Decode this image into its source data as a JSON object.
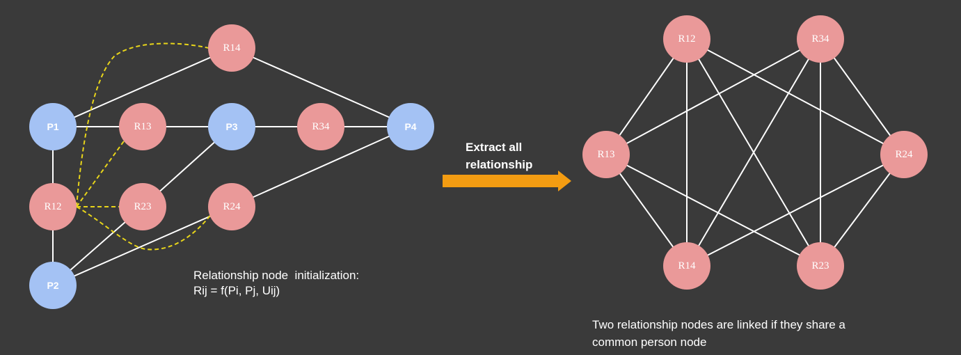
{
  "colors": {
    "background": "#3a3a3a",
    "person_node": "#a4c2f4",
    "relationship_node": "#ea9999",
    "edge": "#ffffff",
    "dashed_edge": "#e8d51a",
    "arrow": "#f39c12",
    "text": "#ffffff"
  },
  "left_graph": {
    "nodes": [
      {
        "id": "P1",
        "label": "P1",
        "kind": "person"
      },
      {
        "id": "P2",
        "label": "P2",
        "kind": "person"
      },
      {
        "id": "P3",
        "label": "P3",
        "kind": "person"
      },
      {
        "id": "P4",
        "label": "P4",
        "kind": "person"
      },
      {
        "id": "R14",
        "label": "R14",
        "kind": "relationship"
      },
      {
        "id": "R13",
        "label": "R13",
        "kind": "relationship"
      },
      {
        "id": "R34",
        "label": "R34",
        "kind": "relationship"
      },
      {
        "id": "R12",
        "label": "R12",
        "kind": "relationship"
      },
      {
        "id": "R23",
        "label": "R23",
        "kind": "relationship"
      },
      {
        "id": "R24",
        "label": "R24",
        "kind": "relationship"
      }
    ],
    "edges": [
      [
        "P1",
        "R14"
      ],
      [
        "R14",
        "P4"
      ],
      [
        "P1",
        "R13"
      ],
      [
        "R13",
        "P3"
      ],
      [
        "P3",
        "R34"
      ],
      [
        "R34",
        "P4"
      ],
      [
        "P1",
        "R12"
      ],
      [
        "R12",
        "P2"
      ],
      [
        "P3",
        "R23"
      ],
      [
        "R23",
        "P2"
      ],
      [
        "P4",
        "R24"
      ],
      [
        "R24",
        "P2"
      ]
    ],
    "dashed_edges": [
      [
        "R12",
        "R14"
      ],
      [
        "R12",
        "R13"
      ],
      [
        "R12",
        "R23"
      ],
      [
        "R12",
        "R24"
      ]
    ],
    "caption_line1": "Relationship node  initialization:",
    "caption_line2": "Rij = f(Pi, Pj, Uij)"
  },
  "arrow": {
    "label_line1": "Extract all",
    "label_line2": "relationship"
  },
  "right_graph": {
    "nodes": [
      {
        "id": "R12",
        "label": "R12"
      },
      {
        "id": "R34",
        "label": "R34"
      },
      {
        "id": "R13",
        "label": "R13"
      },
      {
        "id": "R24",
        "label": "R24"
      },
      {
        "id": "R14",
        "label": "R14"
      },
      {
        "id": "R23",
        "label": "R23"
      }
    ],
    "edges": [
      [
        "R12",
        "R13"
      ],
      [
        "R12",
        "R24"
      ],
      [
        "R12",
        "R14"
      ],
      [
        "R12",
        "R23"
      ],
      [
        "R34",
        "R13"
      ],
      [
        "R34",
        "R24"
      ],
      [
        "R34",
        "R14"
      ],
      [
        "R34",
        "R23"
      ],
      [
        "R13",
        "R14"
      ],
      [
        "R13",
        "R23"
      ],
      [
        "R24",
        "R14"
      ],
      [
        "R24",
        "R23"
      ]
    ],
    "caption_line1": "Two relationship nodes are linked if they share a",
    "caption_line2": "common person node"
  }
}
